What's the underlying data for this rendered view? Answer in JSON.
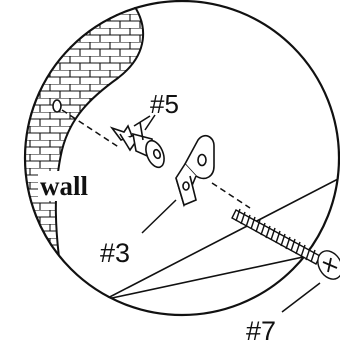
{
  "labels": {
    "wall": "wall",
    "part_5": "#5",
    "part_3": "#3",
    "part_7": "#7"
  },
  "colors": {
    "ink": "#111111",
    "background": "#ffffff"
  }
}
